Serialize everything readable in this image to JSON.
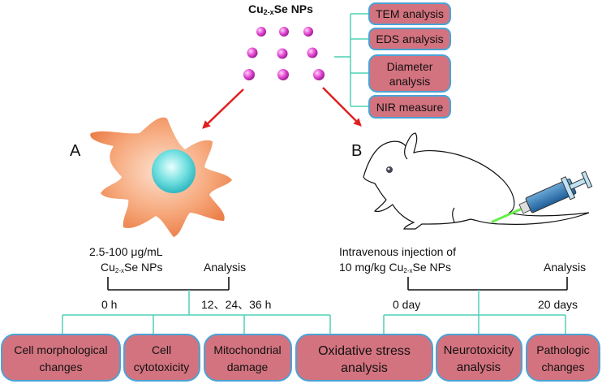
{
  "title": {
    "main": "Cu",
    "sub": "2-x",
    "tail": "Se NPs"
  },
  "analyses": [
    "TEM analysis",
    "EDS analysis",
    "Diameter",
    "analysis",
    "NIR measure"
  ],
  "panel_a": {
    "letter": "A",
    "dose_line1": "2.5-100 μg/mL",
    "dose_line2_main": "Cu",
    "dose_line2_sub": "2-x",
    "dose_line2_tail": "Se NPs",
    "analysis_label": "Analysis",
    "time_start": "0 h",
    "time_end": "12、24、36 h"
  },
  "panel_b": {
    "letter": "B",
    "inj_line1": "Intravenous injection of",
    "inj_line2_main": "10 mg/kg Cu",
    "inj_line2_sub": "2-x",
    "inj_line2_tail": "Se NPs",
    "analysis_label": "Analysis",
    "time_start": "0 day",
    "time_end": "20 days"
  },
  "outcomes": [
    {
      "line1": "Cell morphological",
      "line2": "changes"
    },
    {
      "line1": "Cell",
      "line2": "cytotoxicity"
    },
    {
      "line1": "Mitochondrial",
      "line2": "damage"
    },
    {
      "line1": "Oxidative stress",
      "line2": "analysis"
    },
    {
      "line1": "Neurotoxicity",
      "line2": "analysis"
    },
    {
      "line1": "Pathologic",
      "line2": "changes"
    }
  ],
  "colors": {
    "box_fill": "#d3737f",
    "box_stroke": "#4aa3d6",
    "connector": "#4fd1b4",
    "arrow": "#e02020",
    "np": "#e64fd6",
    "cell": "#f08a55",
    "nucleus": "#5fd6d6"
  }
}
